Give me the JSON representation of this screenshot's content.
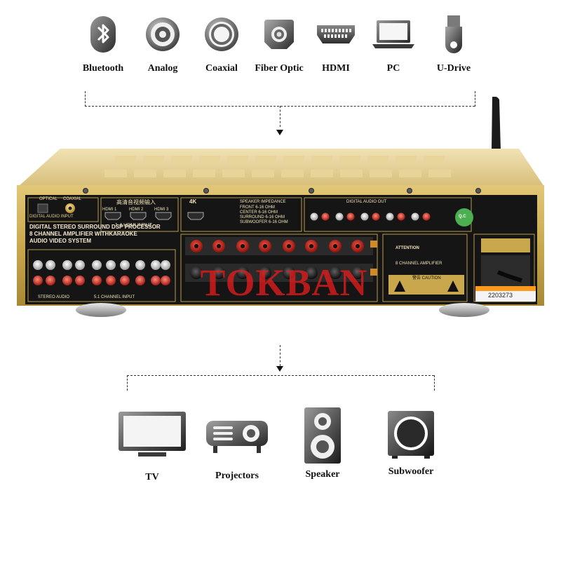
{
  "inputs": {
    "items": [
      {
        "label": "Bluetooth",
        "icon": "bluetooth-icon"
      },
      {
        "label": "Analog",
        "icon": "analog-icon"
      },
      {
        "label": "Coaxial",
        "icon": "coaxial-icon"
      },
      {
        "label": "Fiber Optic",
        "icon": "fiber-optic-icon"
      },
      {
        "label": "HDMI",
        "icon": "hdmi-icon"
      },
      {
        "label": "PC",
        "icon": "pc-icon"
      },
      {
        "label": "U-Drive",
        "icon": "usb-drive-icon"
      }
    ]
  },
  "amplifier": {
    "hdmi_heading": "高清音视频输入",
    "hdmi_sub": "1-4 HDMI INPUT",
    "hdmi_ports": [
      "HDMI 1",
      "HDMI 2",
      "HDMI 3"
    ],
    "k4_label": "4K",
    "digital_input": "DIGITAL AUDIO INPUT",
    "optical": "OPTICAL",
    "coaxial": "COAXIAL",
    "title_line1": "DIGITAL STEREO SURROUND DSP PROCESSOR",
    "title_line2": "8 CHANNEL AMPLIFIER WITHKARAOKE",
    "title_line3": "AUDIO VIDEO SYSTEM",
    "impedance_title": "SPEAKER IMPEDANCE",
    "impedance_rows": [
      "FRONT  6-16 OHM",
      "CENTER  6-16 OHM",
      "SURROUND  6-16 OHM",
      "SUBWOOFER  6-16 OHM"
    ],
    "audio_out": "DIGITAL AUDIO OUT",
    "attention_title": "ATTENTION",
    "attention_line": "8 CHANNEL AMPLIFIER",
    "caution": "警告 CAUTION",
    "qc": "Q.C",
    "serial": "2203273",
    "stereo_audio": "STEREO AUDIO",
    "channel_input": "5.1 CHANNEL INPUT",
    "watermark": "TOKBAN",
    "colors": {
      "gold": "#c8a84f",
      "panel": "#141414",
      "terminal_red": "#c8281e",
      "terminal_black": "#2a2a2a",
      "watermark": "#e11c1c"
    }
  },
  "outputs": {
    "items": [
      {
        "label": "TV",
        "icon": "tv-icon"
      },
      {
        "label": "Projectors",
        "icon": "projector-icon"
      },
      {
        "label": "Speaker",
        "icon": "speaker-icon"
      },
      {
        "label": "Subwoofer",
        "icon": "subwoofer-icon"
      }
    ]
  }
}
